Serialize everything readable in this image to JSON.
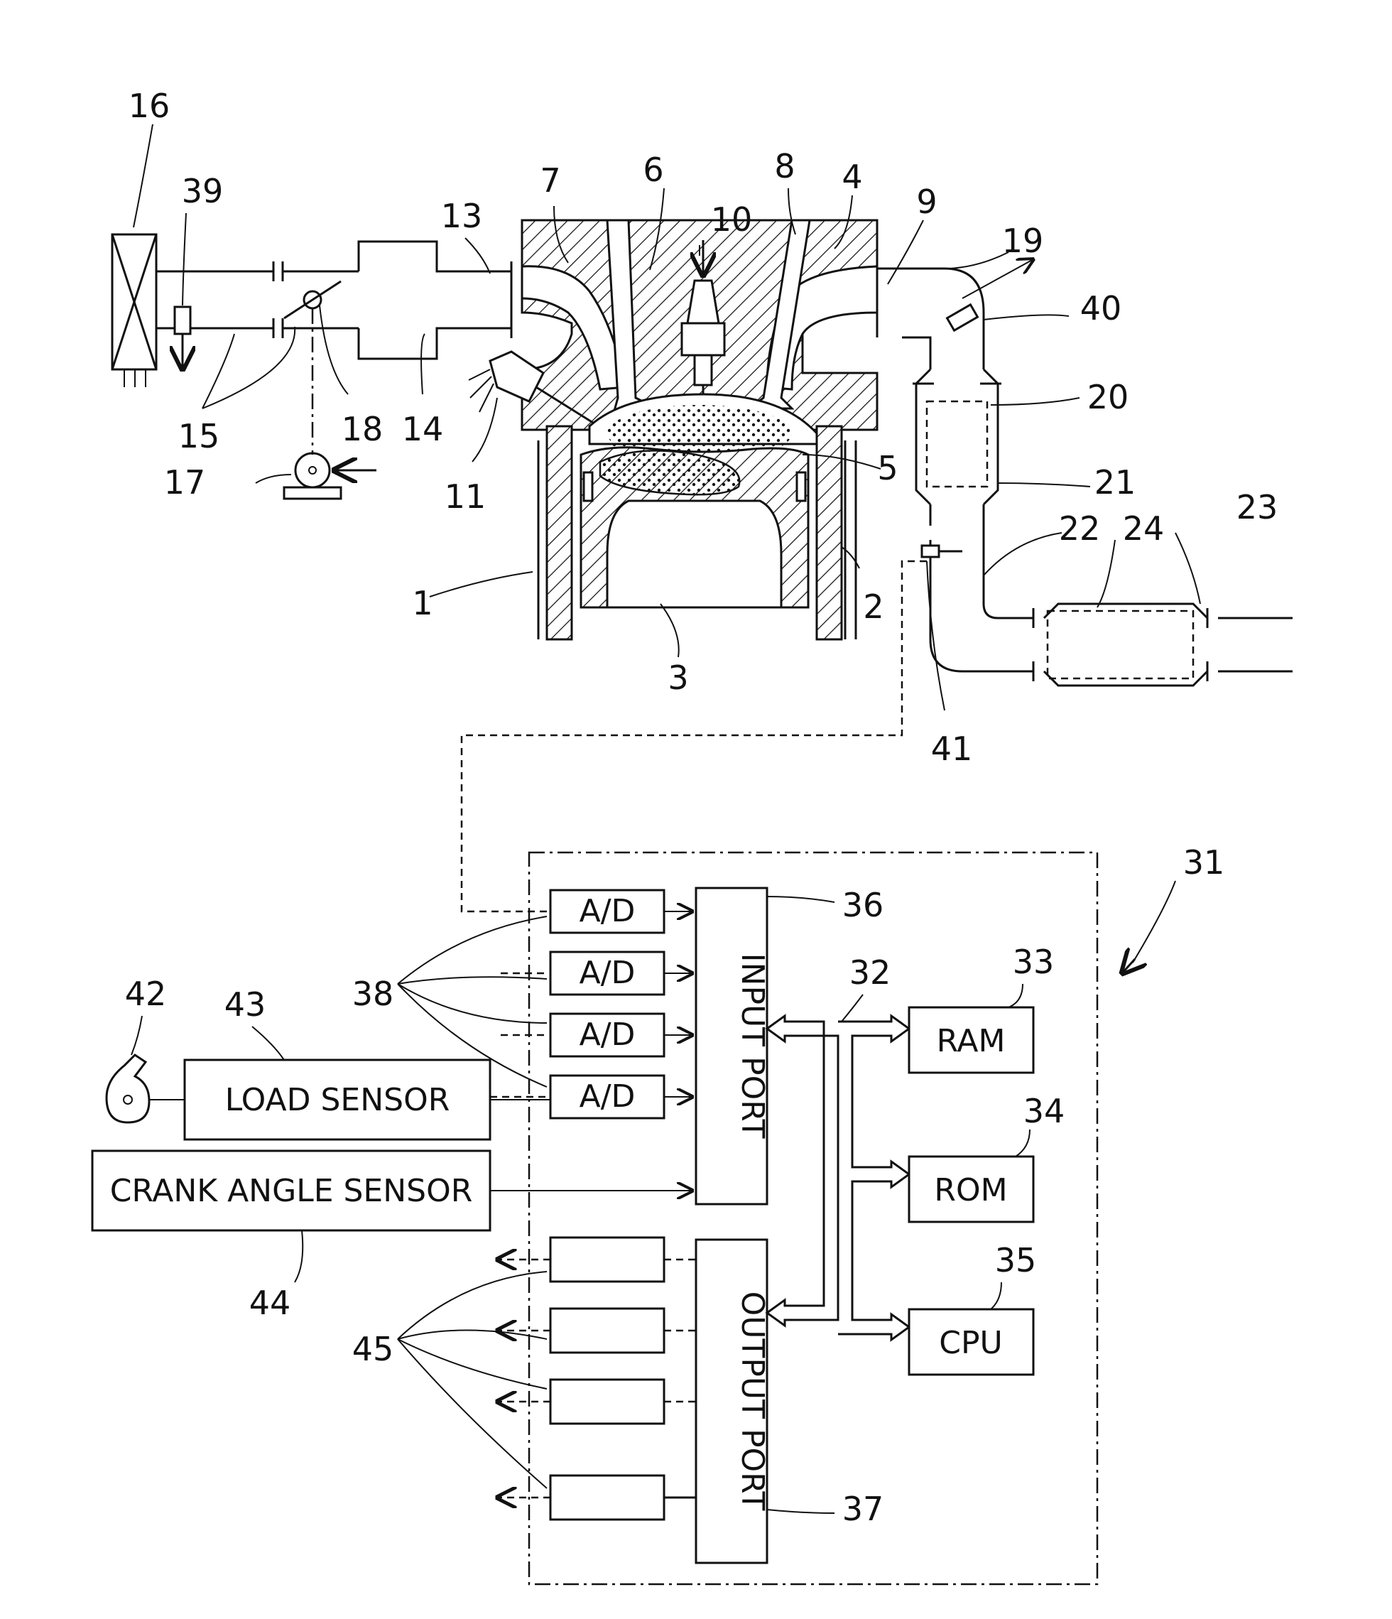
{
  "reference_numerals": {
    "n1": "1",
    "n2": "2",
    "n3": "3",
    "n4": "4",
    "n5": "5",
    "n6": "6",
    "n7": "7",
    "n8": "8",
    "n9": "9",
    "n10": "10",
    "n11": "11",
    "n13": "13",
    "n14": "14",
    "n15": "15",
    "n16": "16",
    "n17": "17",
    "n18": "18",
    "n19": "19",
    "n20": "20",
    "n21": "21",
    "n22": "22",
    "n23": "23",
    "n24": "24",
    "n31": "31",
    "n32": "32",
    "n33": "33",
    "n34": "34",
    "n35": "35",
    "n36": "36",
    "n37": "37",
    "n38": "38",
    "n39": "39",
    "n40": "40",
    "n41": "41",
    "n42": "42",
    "n43": "43",
    "n44": "44",
    "n45": "45"
  },
  "blocks": {
    "ad_label": "A/D",
    "input_port": "INPUT PORT",
    "output_port": "OUTPUT PORT",
    "ram": "RAM",
    "rom": "ROM",
    "cpu": "CPU",
    "load_sensor": "LOAD SENSOR",
    "crank_angle_sensor": "CRANK ANGLE SENSOR"
  }
}
